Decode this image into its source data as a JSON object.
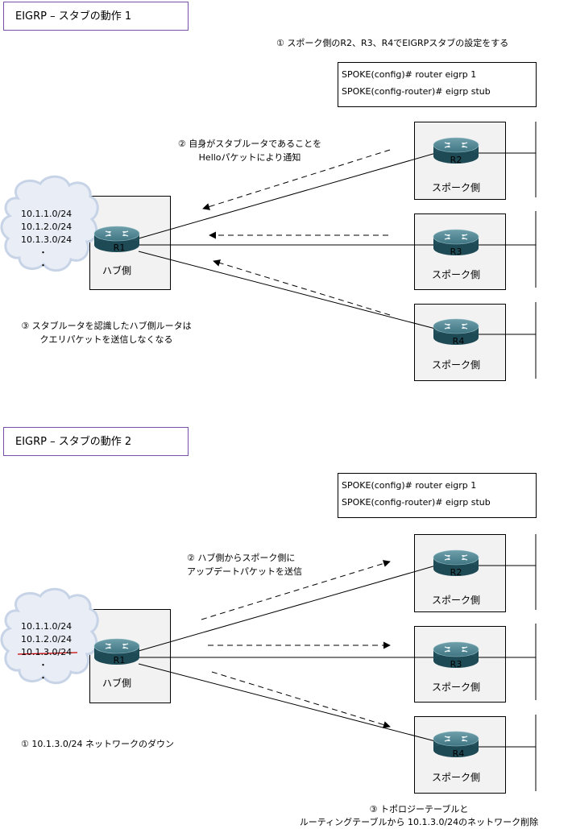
{
  "diagram1": {
    "title": "EIGRP – スタブの動作 1",
    "note1": "① スポーク側のR2、R3、R4でEIGRPスタブの設定をする",
    "cmd_line1": "SPOKE(config)# router eigrp 1",
    "cmd_line2": "SPOKE(config-router)# eigrp stub",
    "note2_line1": "② 自身がスタブルータであることを",
    "note2_line2": "Helloパケットにより通知",
    "note3_line1": "③ スタブルータを認識したハブ側ルータは",
    "note3_line2": "クエリパケットを送信しなくなる",
    "networks": [
      "10.1.1.0/24",
      "10.1.2.0/24",
      "10.1.3.0/24",
      "・",
      "・"
    ],
    "hub_router": "R1",
    "hub_label": "ハブ側",
    "spokes": [
      {
        "router": "R2",
        "label": "スポーク側"
      },
      {
        "router": "R3",
        "label": "スポーク側"
      },
      {
        "router": "R4",
        "label": "スポーク側"
      }
    ]
  },
  "diagram2": {
    "title": "EIGRP – スタブの動作  2",
    "cmd_line1": "SPOKE(config)# router eigrp 1",
    "cmd_line2": "SPOKE(config-router)# eigrp stub",
    "note2_line1": "② ハブ側からスポーク側に",
    "note2_line2": "アップデートパケットを送信",
    "note1": "① 10.1.3.0/24 ネットワークのダウン",
    "note3_line1": "③ トポロジーテーブルと",
    "note3_line2": "ルーティングテーブルから 10.1.3.0/24のネットワーク削除",
    "networks": [
      "10.1.1.0/24",
      "10.1.2.0/24",
      "10.1.3.0/24",
      "・",
      "・"
    ],
    "hub_router": "R1",
    "hub_label": "ハブ側",
    "spokes": [
      {
        "router": "R2",
        "label": "スポーク側"
      },
      {
        "router": "R3",
        "label": "スポーク側"
      },
      {
        "router": "R4",
        "label": "スポーク側"
      }
    ]
  },
  "colors": {
    "title_border": "#7a4fa8",
    "strike": "#cc0000",
    "router_body": "#2f6673"
  }
}
